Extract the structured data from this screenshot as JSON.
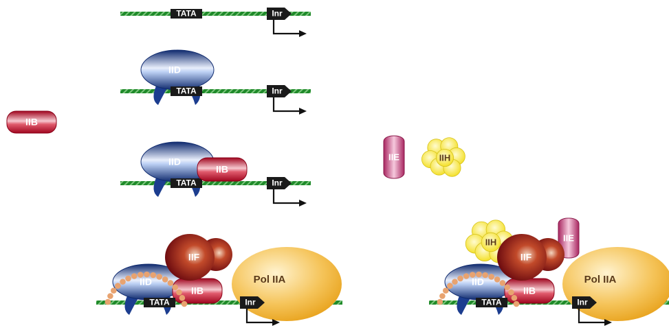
{
  "labels": {
    "tata": "TATA",
    "inr": "Inr",
    "iid": "IID",
    "iib": "IIB",
    "iie": "IIE",
    "iih": "IIH",
    "iif": "IIF",
    "pol": "Pol IIA"
  },
  "colors": {
    "dna_green": "#1f8a2a",
    "dna_stripe": "#7fc77f",
    "iid_blue": "#1c3d8f",
    "iib_red": "#c8102e",
    "iie_pink": "#c2407a",
    "iih_yellow": "#f5e43a",
    "iif_darkred": "#8e1a1a",
    "pol_yellow": "#f2b63c",
    "promoter_black": "#1a1a1a",
    "bead_peach": "#e8a370"
  }
}
